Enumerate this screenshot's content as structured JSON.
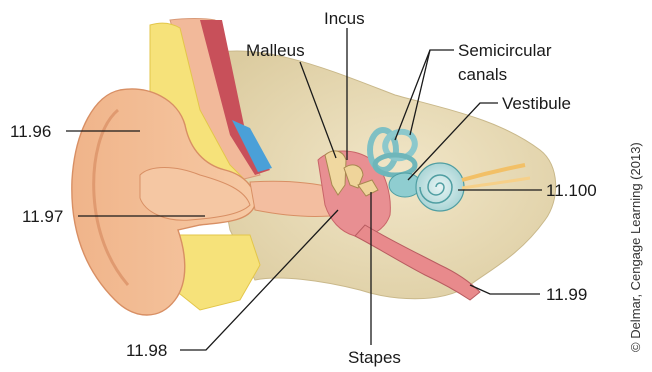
{
  "labels": {
    "incus": "Incus",
    "malleus": "Malleus",
    "semicircular_line1": "Semicircular",
    "semicircular_line2": "canals",
    "vestibule": "Vestibule",
    "n11_96": "11.96",
    "n11_97": "11.97",
    "n11_100": "11.100",
    "n11_99": "11.99",
    "n11_98": "11.98",
    "stapes": "Stapes"
  },
  "credit": "© Delmar, Cengage Learning (2013)"
}
